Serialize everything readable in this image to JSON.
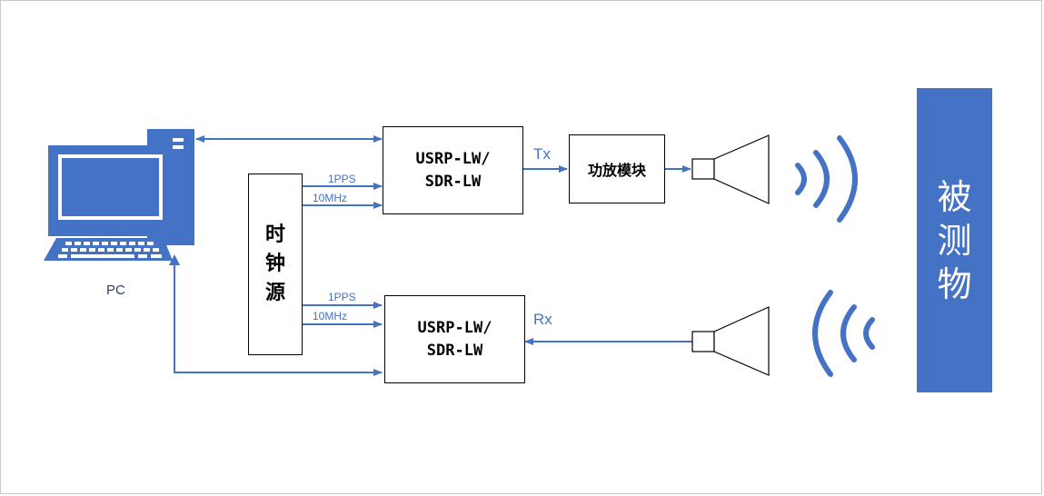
{
  "pc_label": "PC",
  "clock_source": "时\n钟\n源",
  "usrp_tx": "USRP-LW/\nSDR-LW",
  "usrp_rx": "USRP-LW/\nSDR-LW",
  "amplifier": "功放模块",
  "target": "被\n测\n物",
  "tx_label": "Tx",
  "rx_label": "Rx",
  "signals": {
    "pps_top": "1PPS",
    "mhz_top": "10MHz",
    "pps_bottom": "1PPS",
    "mhz_bottom": "10MHz"
  },
  "colors": {
    "accent": "#4472c4",
    "box_border": "#000000"
  }
}
